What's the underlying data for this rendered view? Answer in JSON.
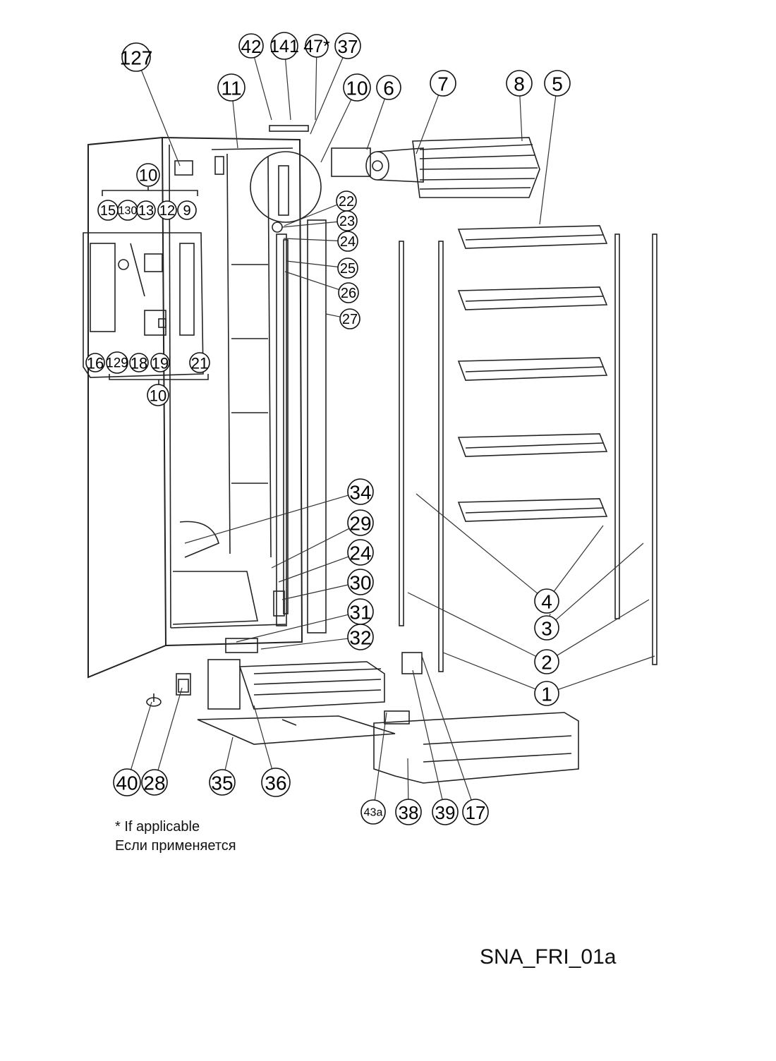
{
  "diagram": {
    "callouts": [
      {
        "id": "c127",
        "label": "127"
      },
      {
        "id": "c42",
        "label": "42"
      },
      {
        "id": "c141",
        "label": "141"
      },
      {
        "id": "c47",
        "label": "47*"
      },
      {
        "id": "c37",
        "label": "37"
      },
      {
        "id": "c11",
        "label": "11"
      },
      {
        "id": "c10a",
        "label": "10"
      },
      {
        "id": "c6",
        "label": "6"
      },
      {
        "id": "c7",
        "label": "7"
      },
      {
        "id": "c8",
        "label": "8"
      },
      {
        "id": "c5",
        "label": "5"
      },
      {
        "id": "c10b",
        "label": "10"
      },
      {
        "id": "c15",
        "label": "15"
      },
      {
        "id": "c130",
        "label": "130"
      },
      {
        "id": "c13",
        "label": "13"
      },
      {
        "id": "c12",
        "label": "12"
      },
      {
        "id": "c9",
        "label": "9"
      },
      {
        "id": "c22",
        "label": "22"
      },
      {
        "id": "c23",
        "label": "23"
      },
      {
        "id": "c24a",
        "label": "24"
      },
      {
        "id": "c25",
        "label": "25"
      },
      {
        "id": "c26",
        "label": "26"
      },
      {
        "id": "c27",
        "label": "27"
      },
      {
        "id": "c16",
        "label": "16"
      },
      {
        "id": "c129",
        "label": "129"
      },
      {
        "id": "c18",
        "label": "18"
      },
      {
        "id": "c19",
        "label": "19"
      },
      {
        "id": "c21",
        "label": "21"
      },
      {
        "id": "c10c",
        "label": "10"
      },
      {
        "id": "c34",
        "label": "34"
      },
      {
        "id": "c29",
        "label": "29"
      },
      {
        "id": "c24b",
        "label": "24"
      },
      {
        "id": "c30",
        "label": "30"
      },
      {
        "id": "c31",
        "label": "31"
      },
      {
        "id": "c32",
        "label": "32"
      },
      {
        "id": "c4",
        "label": "4"
      },
      {
        "id": "c3",
        "label": "3"
      },
      {
        "id": "c2",
        "label": "2"
      },
      {
        "id": "c1",
        "label": "1"
      },
      {
        "id": "c40",
        "label": "40"
      },
      {
        "id": "c28",
        "label": "28"
      },
      {
        "id": "c35",
        "label": "35"
      },
      {
        "id": "c36",
        "label": "36"
      },
      {
        "id": "c43a",
        "label": "43a"
      },
      {
        "id": "c38",
        "label": "38"
      },
      {
        "id": "c39",
        "label": "39"
      },
      {
        "id": "c17",
        "label": "17"
      }
    ]
  },
  "notes": {
    "line1": "* If applicable",
    "line2": "Если применяется"
  },
  "drawing_code": "SNA_FRI_01a"
}
